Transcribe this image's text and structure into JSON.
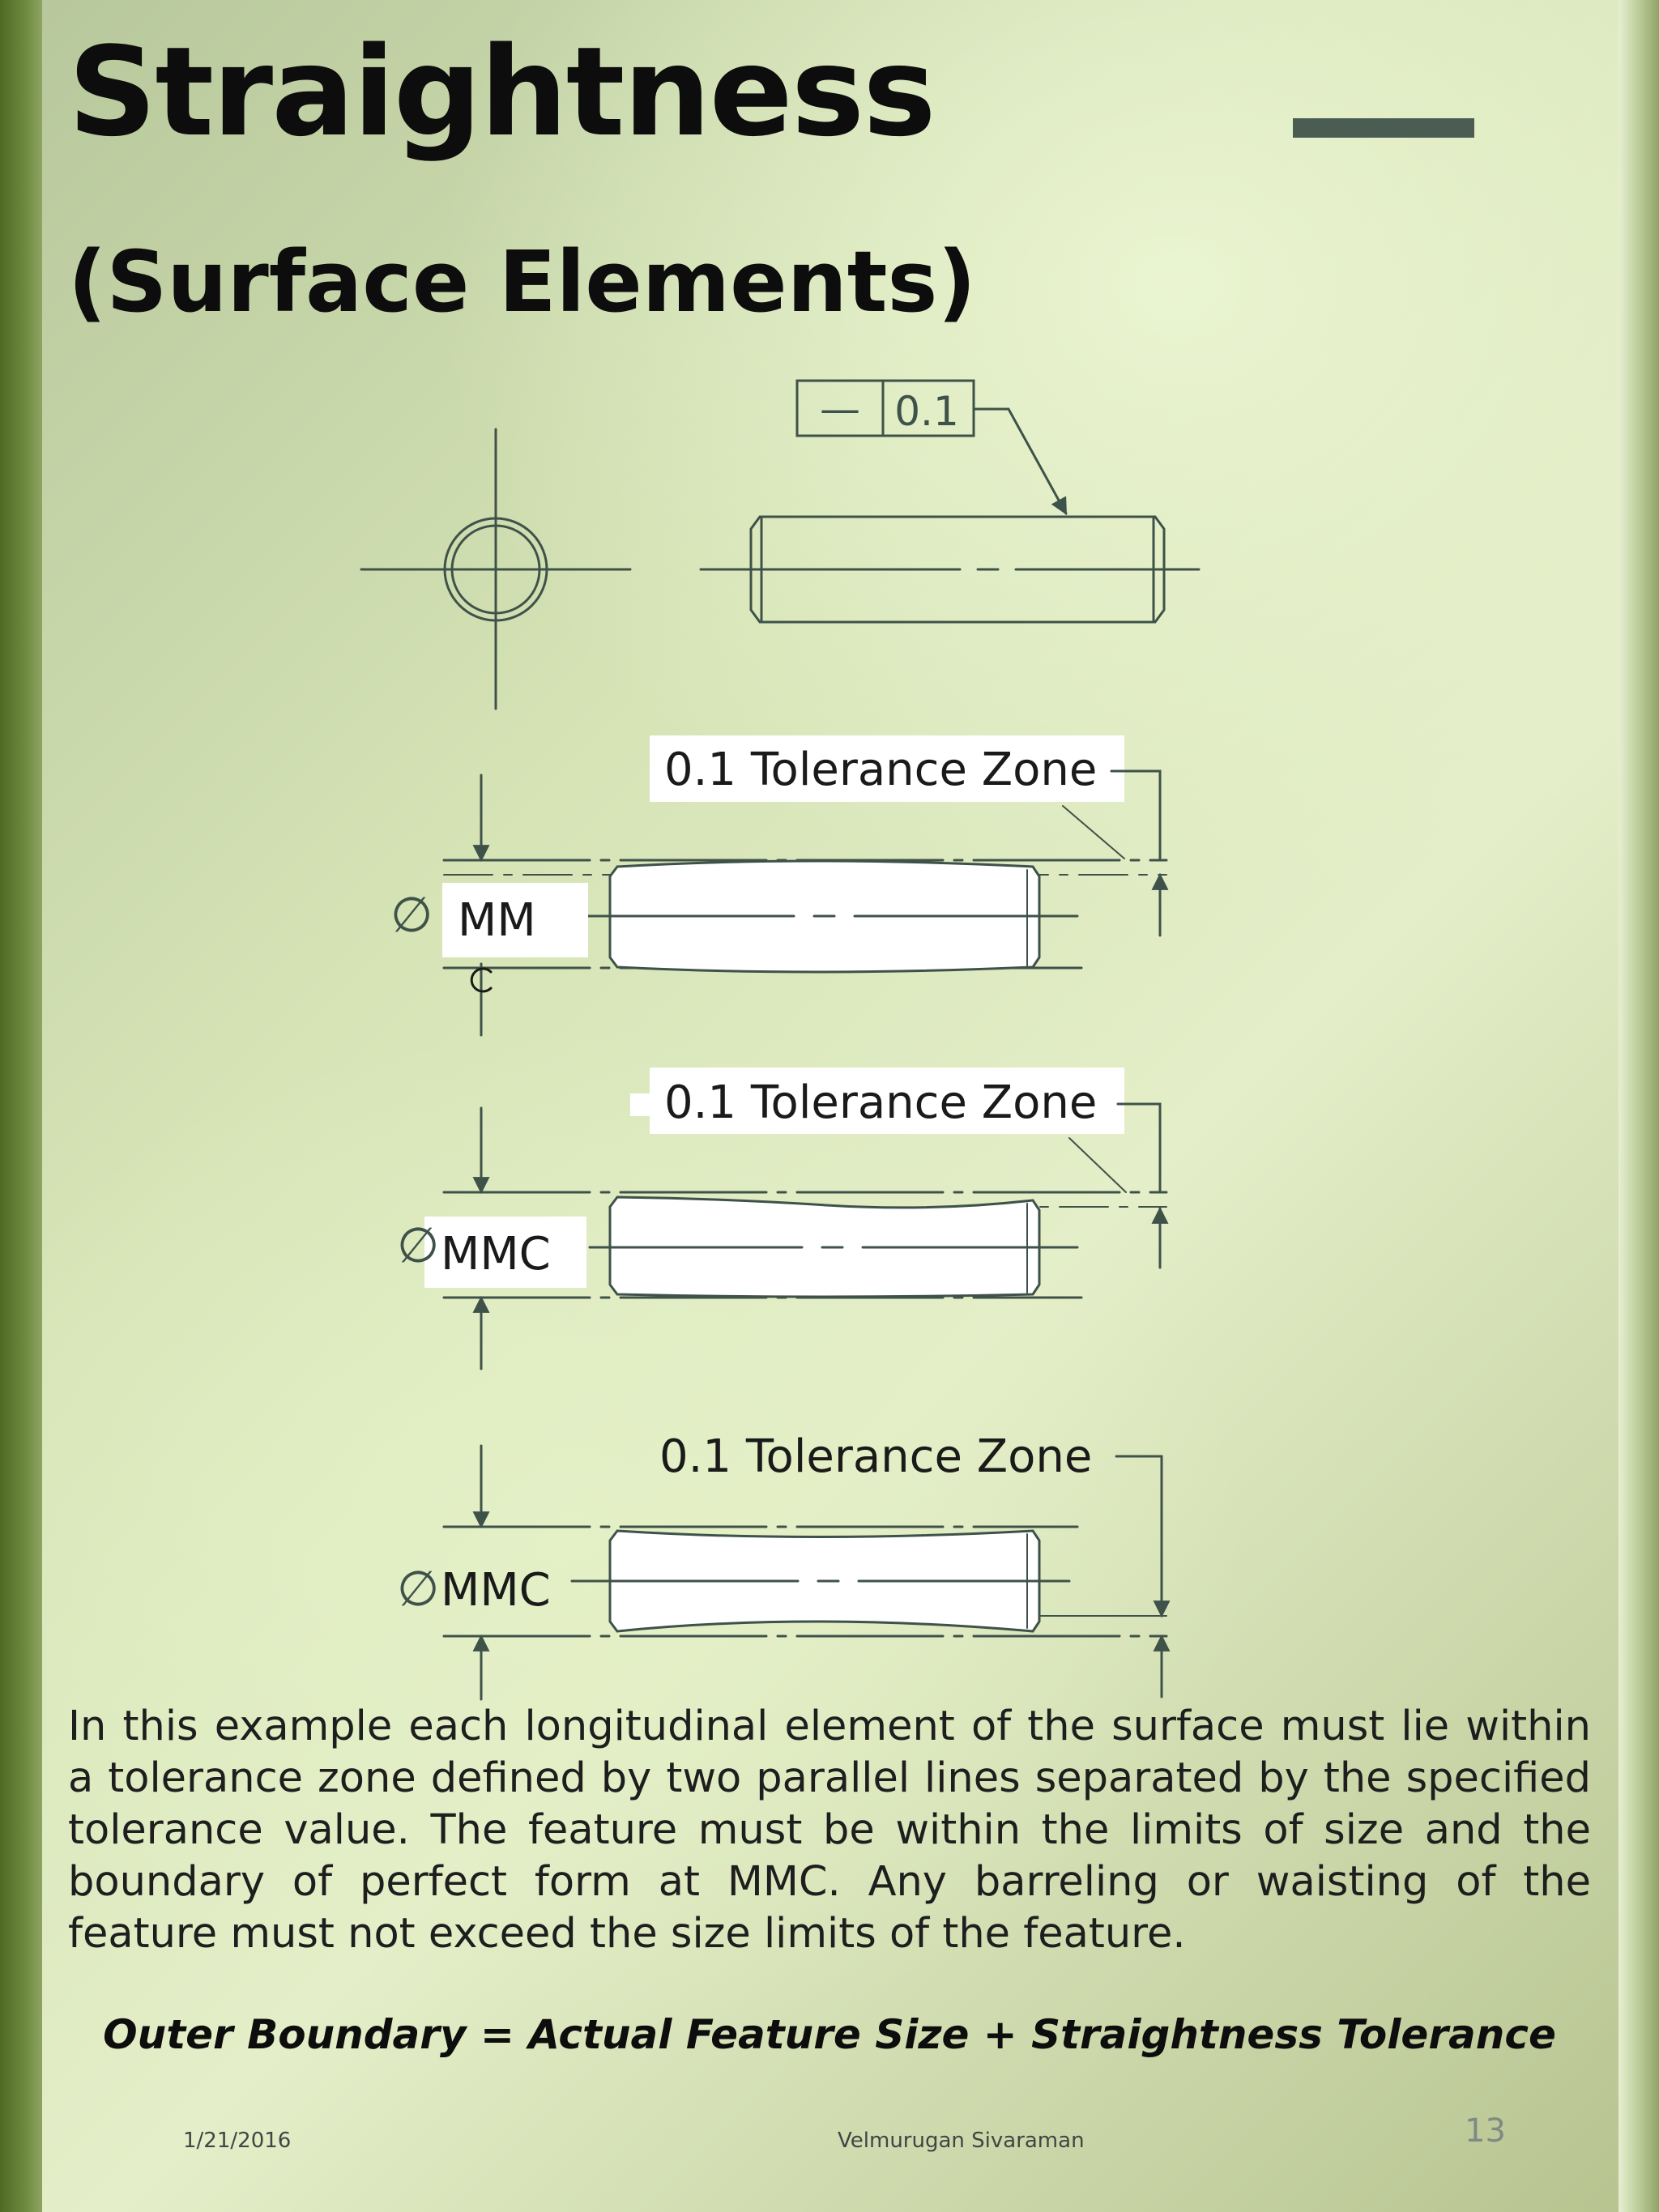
{
  "slide": {
    "title": "Straightness",
    "subtitle": "(Surface Elements)",
    "description": "In this example each longitudinal element of the surface must lie within a tolerance zone defined by two parallel lines separated by the specified tolerance value. The feature must be within the limits of size and the boundary of perfect form at MMC. Any barreling or waisting of the feature must not exceed the size limits of the feature.",
    "formula": "Outer Boundary = Actual Feature Size + Straightness Tolerance"
  },
  "drawing": {
    "feature_control_frame": {
      "symbol": "—",
      "tolerance": "0.1"
    },
    "views": [
      {
        "zone_label": "0.1 Tolerance Zone",
        "diameter_symbol": "∅",
        "size_label": "MM"
      },
      {
        "zone_label": "0.1 Tolerance Zone",
        "diameter_symbol": "∅",
        "size_label": "MMC"
      },
      {
        "zone_label": "0.1 Tolerance Zone",
        "diameter_symbol": "∅",
        "size_label": "MMC"
      }
    ]
  },
  "footer": {
    "date": "1/21/2016",
    "author": "Velmurugan Sivaraman",
    "page_number": "13"
  },
  "colors": {
    "line": "#3f5249",
    "accent_bar": "#4b5d52",
    "left_bar": "#56702b",
    "text": "#0d0d0d"
  }
}
